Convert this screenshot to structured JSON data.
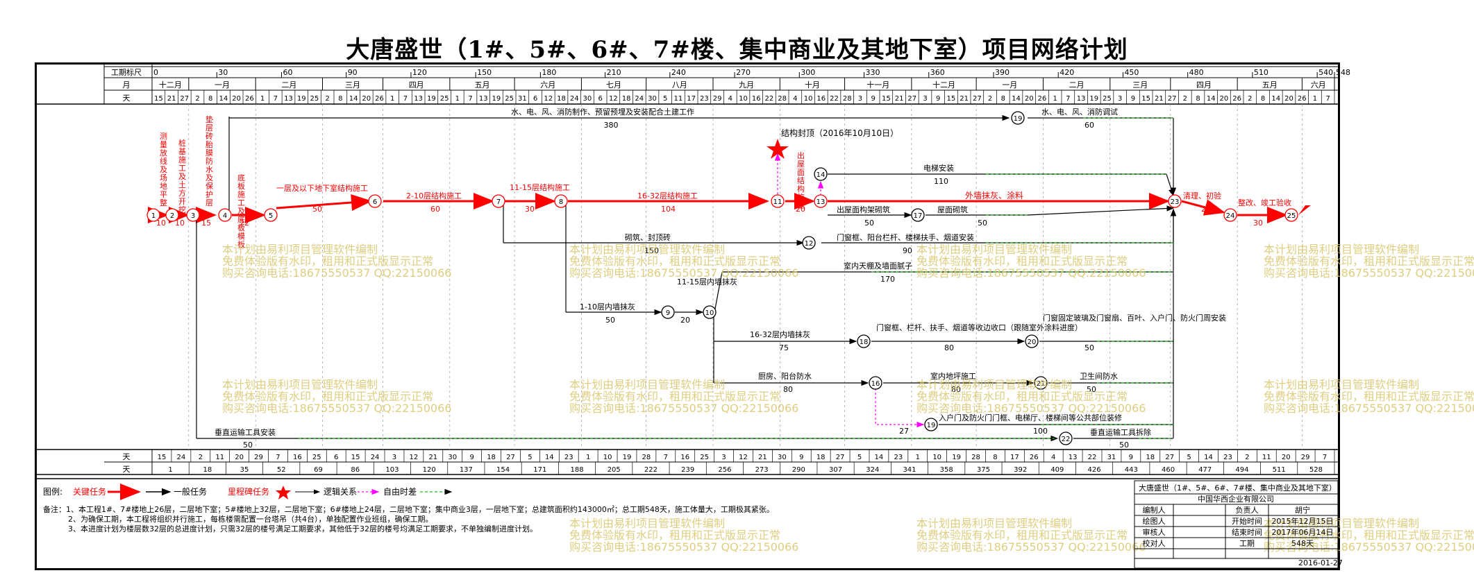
{
  "title": "大唐盛世（1#、5#、6#、7#楼、集中商业及其地下室）项目网络计划",
  "header": {
    "row_labels": [
      "工期标尺",
      "月",
      "天"
    ],
    "scale_ticks": [
      "0",
      "30",
      "60",
      "90",
      "120",
      "150",
      "180",
      "210",
      "240",
      "270",
      "300",
      "330",
      "360",
      "390",
      "420",
      "450",
      "480",
      "510",
      "540",
      "548"
    ],
    "months": [
      "十二月",
      "一月",
      "二月",
      "三月",
      "四月",
      "五月",
      "六月",
      "七月",
      "八月",
      "九月",
      "十月",
      "十一月",
      "十二月",
      "一月",
      "二月",
      "三月",
      "四月",
      "五月",
      "六月"
    ],
    "days": [
      "15",
      "21",
      "27",
      "2",
      "8",
      "14",
      "20",
      "26",
      "1",
      "7",
      "13",
      "19",
      "25",
      "2",
      "8",
      "14",
      "20",
      "26",
      "1",
      "7",
      "13",
      "19",
      "25",
      "1",
      "7",
      "13",
      "19",
      "25",
      "31",
      "6",
      "12",
      "18",
      "24",
      "30",
      "6",
      "12",
      "18",
      "24",
      "30",
      "5",
      "11",
      "17",
      "23",
      "29",
      "4",
      "10",
      "16",
      "22",
      "28",
      "4",
      "10",
      "16",
      "22",
      "28",
      "3",
      "9",
      "15",
      "21",
      "27",
      "3",
      "9",
      "15",
      "21",
      "27",
      "2",
      "8",
      "14",
      "20",
      "26",
      "1",
      "7",
      "13",
      "19",
      "25",
      "3",
      "9",
      "15",
      "21",
      "27",
      "2",
      "8",
      "14",
      "20",
      "26",
      "2",
      "8",
      "14",
      "20",
      "26",
      "1",
      "7"
    ]
  },
  "footer": {
    "row_labels": [
      "天",
      "天"
    ],
    "row1": [
      "15",
      "24",
      "2",
      "11",
      "20",
      "29",
      "7",
      "16",
      "25",
      "6",
      "15",
      "24",
      "3",
      "12",
      "21",
      "30",
      "9",
      "18",
      "27",
      "5",
      "14",
      "23",
      "1",
      "10",
      "19",
      "28",
      "7",
      "16",
      "25",
      "3",
      "12",
      "21",
      "30",
      "9",
      "18",
      "27",
      "5",
      "14",
      "23",
      "1",
      "10",
      "19",
      "28",
      "8",
      "17",
      "26",
      "4",
      "13",
      "22",
      "31",
      "9",
      "18",
      "27",
      "5",
      "14",
      "23",
      "2",
      "11",
      "20",
      "29",
      "7"
    ],
    "row2": [
      "1",
      "18",
      "35",
      "52",
      "69",
      "86",
      "103",
      "120",
      "137",
      "154",
      "171",
      "188",
      "205",
      "222",
      "239",
      "256",
      "273",
      "290",
      "307",
      "324",
      "341",
      "358",
      "375",
      "392",
      "409",
      "426",
      "443",
      "460",
      "477",
      "494",
      "511",
      "528"
    ]
  },
  "tasks": {
    "t1_2": {
      "name": "测量放线及场地平整",
      "dur": "10"
    },
    "t2_3": {
      "name": "桩基施工及土方开挖",
      "dur": "10"
    },
    "t3_4": {
      "name": "垫层砖胎膜防水及保护层",
      "dur": "15"
    },
    "t4_5": {
      "name": "底板施工及底板模板",
      "dur": "22"
    },
    "t5_6": {
      "name": "一层及以下地下室结构施工",
      "dur": "50"
    },
    "t6_7": {
      "name": "2-10层结构施工",
      "dur": "60"
    },
    "t7_8": {
      "name": "11-15层结构施工",
      "dur": "30"
    },
    "t8_11": {
      "name": "16-32层结构施工",
      "dur": "104"
    },
    "t11_13": {
      "name": "出屋面结构施工",
      "dur": "20"
    },
    "t13_17": {
      "name": "出屋面构架砌筑",
      "dur": "50"
    },
    "t17_23": {
      "name": "屋面砌筑",
      "dur": "50"
    },
    "t13_23": {
      "name": "外墙抹灰、涂料",
      "dur": ""
    },
    "t14": {
      "name": "电梯安装",
      "dur": "110"
    },
    "t19": {
      "name": "水、电、风、消防制作、预留预埋及安装配合土建工作",
      "dur": "380"
    },
    "t19_23": {
      "name": "水、电、风、消防调试",
      "dur": "60"
    },
    "t23_24": {
      "name": "清理、初验",
      "dur": "27"
    },
    "t24_25": {
      "name": "整改、竣工验收",
      "dur": "30"
    },
    "t12_a": {
      "name": "砌筑、封顶砖",
      "dur": "150"
    },
    "t12_b": {
      "name": "门窗框、阳台栏杆、楼梯扶手、烟道安装",
      "dur": "90"
    },
    "t10_a": {
      "name": "室内天棚及墙面腻子",
      "dur": "170"
    },
    "t9": {
      "name": "1-10层内墙抹灰",
      "dur": "50"
    },
    "t9_10": {
      "name": "11-15层内墙抹灰",
      "dur": "20"
    },
    "t18": {
      "name": "16-32层内墙抹灰",
      "dur": "75"
    },
    "t18_20": {
      "name": "门窗框、栏杆、扶手、烟道等收边收口（跟随室外涂料进度）",
      "dur": "80"
    },
    "t20": {
      "name": "门窗固定玻璃及门窗扇、百叶、入户门、防火门周安装",
      "dur": "50"
    },
    "t16": {
      "name": "厨房、阳台防水",
      "dur": "80"
    },
    "t16_21": {
      "name": "室内地坪施工",
      "dur": "80"
    },
    "t21": {
      "name": "卫生间防水",
      "dur": "50"
    },
    "t19b": {
      "name": "入户门及防火门门框、电梯厅、楼梯间等公共部位装修",
      "dur": "100"
    },
    "t19b_lag": {
      "dur": "27"
    },
    "t22": {
      "name": "垂直运输工具安装",
      "dur": "50"
    },
    "t22_b": {
      "name": "垂直运输工具拆除",
      "dur": "50"
    }
  },
  "milestone": {
    "label": "结构封顶（2016年10月10日）"
  },
  "nodes": [
    "1",
    "2",
    "3",
    "4",
    "5",
    "6",
    "7",
    "8",
    "9",
    "10",
    "11",
    "12",
    "13",
    "14",
    "16",
    "17",
    "18",
    "19",
    "19",
    "20",
    "21",
    "22",
    "23",
    "24",
    "25"
  ],
  "legend": {
    "label": "图例:",
    "critical": "关键任务",
    "normal": "一般任务",
    "milestone": "里程碑任务",
    "logic": "逻辑关系",
    "float": "自由时差"
  },
  "notes": {
    "n1": "备注：1、本工程1#、7#楼地上26层，二层地下室；5#楼地上32层，二层地下室；6#楼地上24层，二层地下室；集中商业3层，一层地下室；总建筑面积约143000㎡；总工期548天，施工体量大，工期极其紧张。",
    "n2": "2、为确保工期，本工程将组织并行施工，每栋楼需配置一台塔吊（共4台），单独配置作业班组，确保工期。",
    "n3": "3、本进度计划为楼层数32层的总进度计划，只需32层的楼号满足工期要求，其他低于32层的楼号均满足工期要求，不单独编制进度计划。"
  },
  "titleblock": {
    "project": "大唐盛世（1#、5#、6#、7#楼、集中商业及其地下室）",
    "company": "中国华西企业有限公司",
    "rows": [
      {
        "k": "编制人",
        "v": "",
        "k2": "负责人",
        "v2": "胡宁"
      },
      {
        "k": "绘图人",
        "v": "",
        "k2": "开始时间",
        "v2": "2015年12月15日"
      },
      {
        "k": "审核人",
        "v": "",
        "k2": "结束时间",
        "v2": "2017年06月14日"
      },
      {
        "k": "校对人",
        "v": "",
        "k2": "工期",
        "v2": "548天"
      }
    ],
    "date": "2016-01-27"
  },
  "watermark": {
    "l1": "本计划由易利项目管理软件编制",
    "l2": "免费体验版有水印，租用和正式版显示正常",
    "l3": "购买咨询电话:18675550537 QQ:22150066"
  }
}
